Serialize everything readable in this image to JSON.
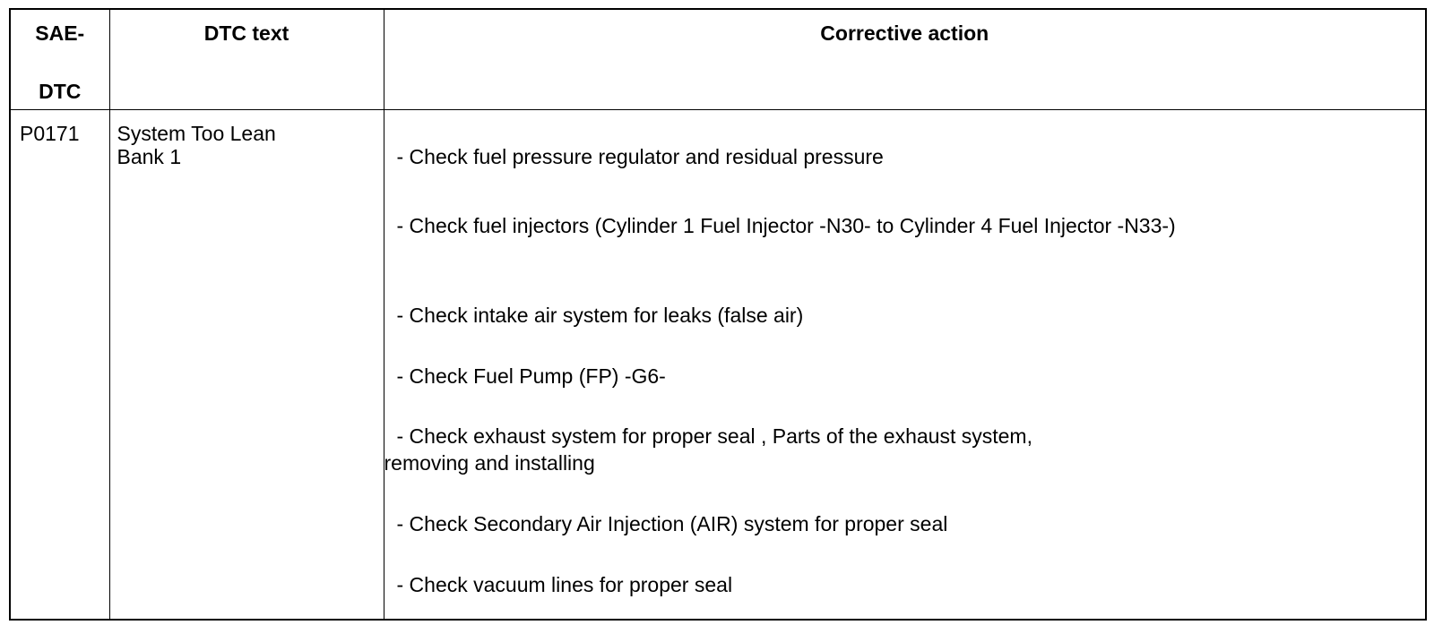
{
  "table": {
    "headers": {
      "sae_line1": "SAE-",
      "sae_line2": "DTC",
      "dtc_text": "DTC text",
      "corrective_action": "Corrective action"
    },
    "row": {
      "code": "P0171",
      "description_line1": "System Too Lean",
      "description_line2": "Bank 1",
      "actions": [
        {
          "line1": "- Check fuel pressure regulator and residual pressure"
        },
        {
          "line1": "- Check fuel injectors (Cylinder 1 Fuel Injector -N30- to Cylinder 4 Fuel Injector -N33-)"
        },
        {
          "line1": "- Check intake air system for leaks (false air)"
        },
        {
          "line1": "- Check Fuel Pump (FP) -G6-"
        },
        {
          "line1": "- Check exhaust system for proper seal , Parts of the exhaust system,",
          "line2": "removing and installing"
        },
        {
          "line1": "- Check Secondary Air Injection (AIR) system for proper seal"
        },
        {
          "line1": "- Check vacuum lines for proper seal"
        }
      ]
    }
  }
}
